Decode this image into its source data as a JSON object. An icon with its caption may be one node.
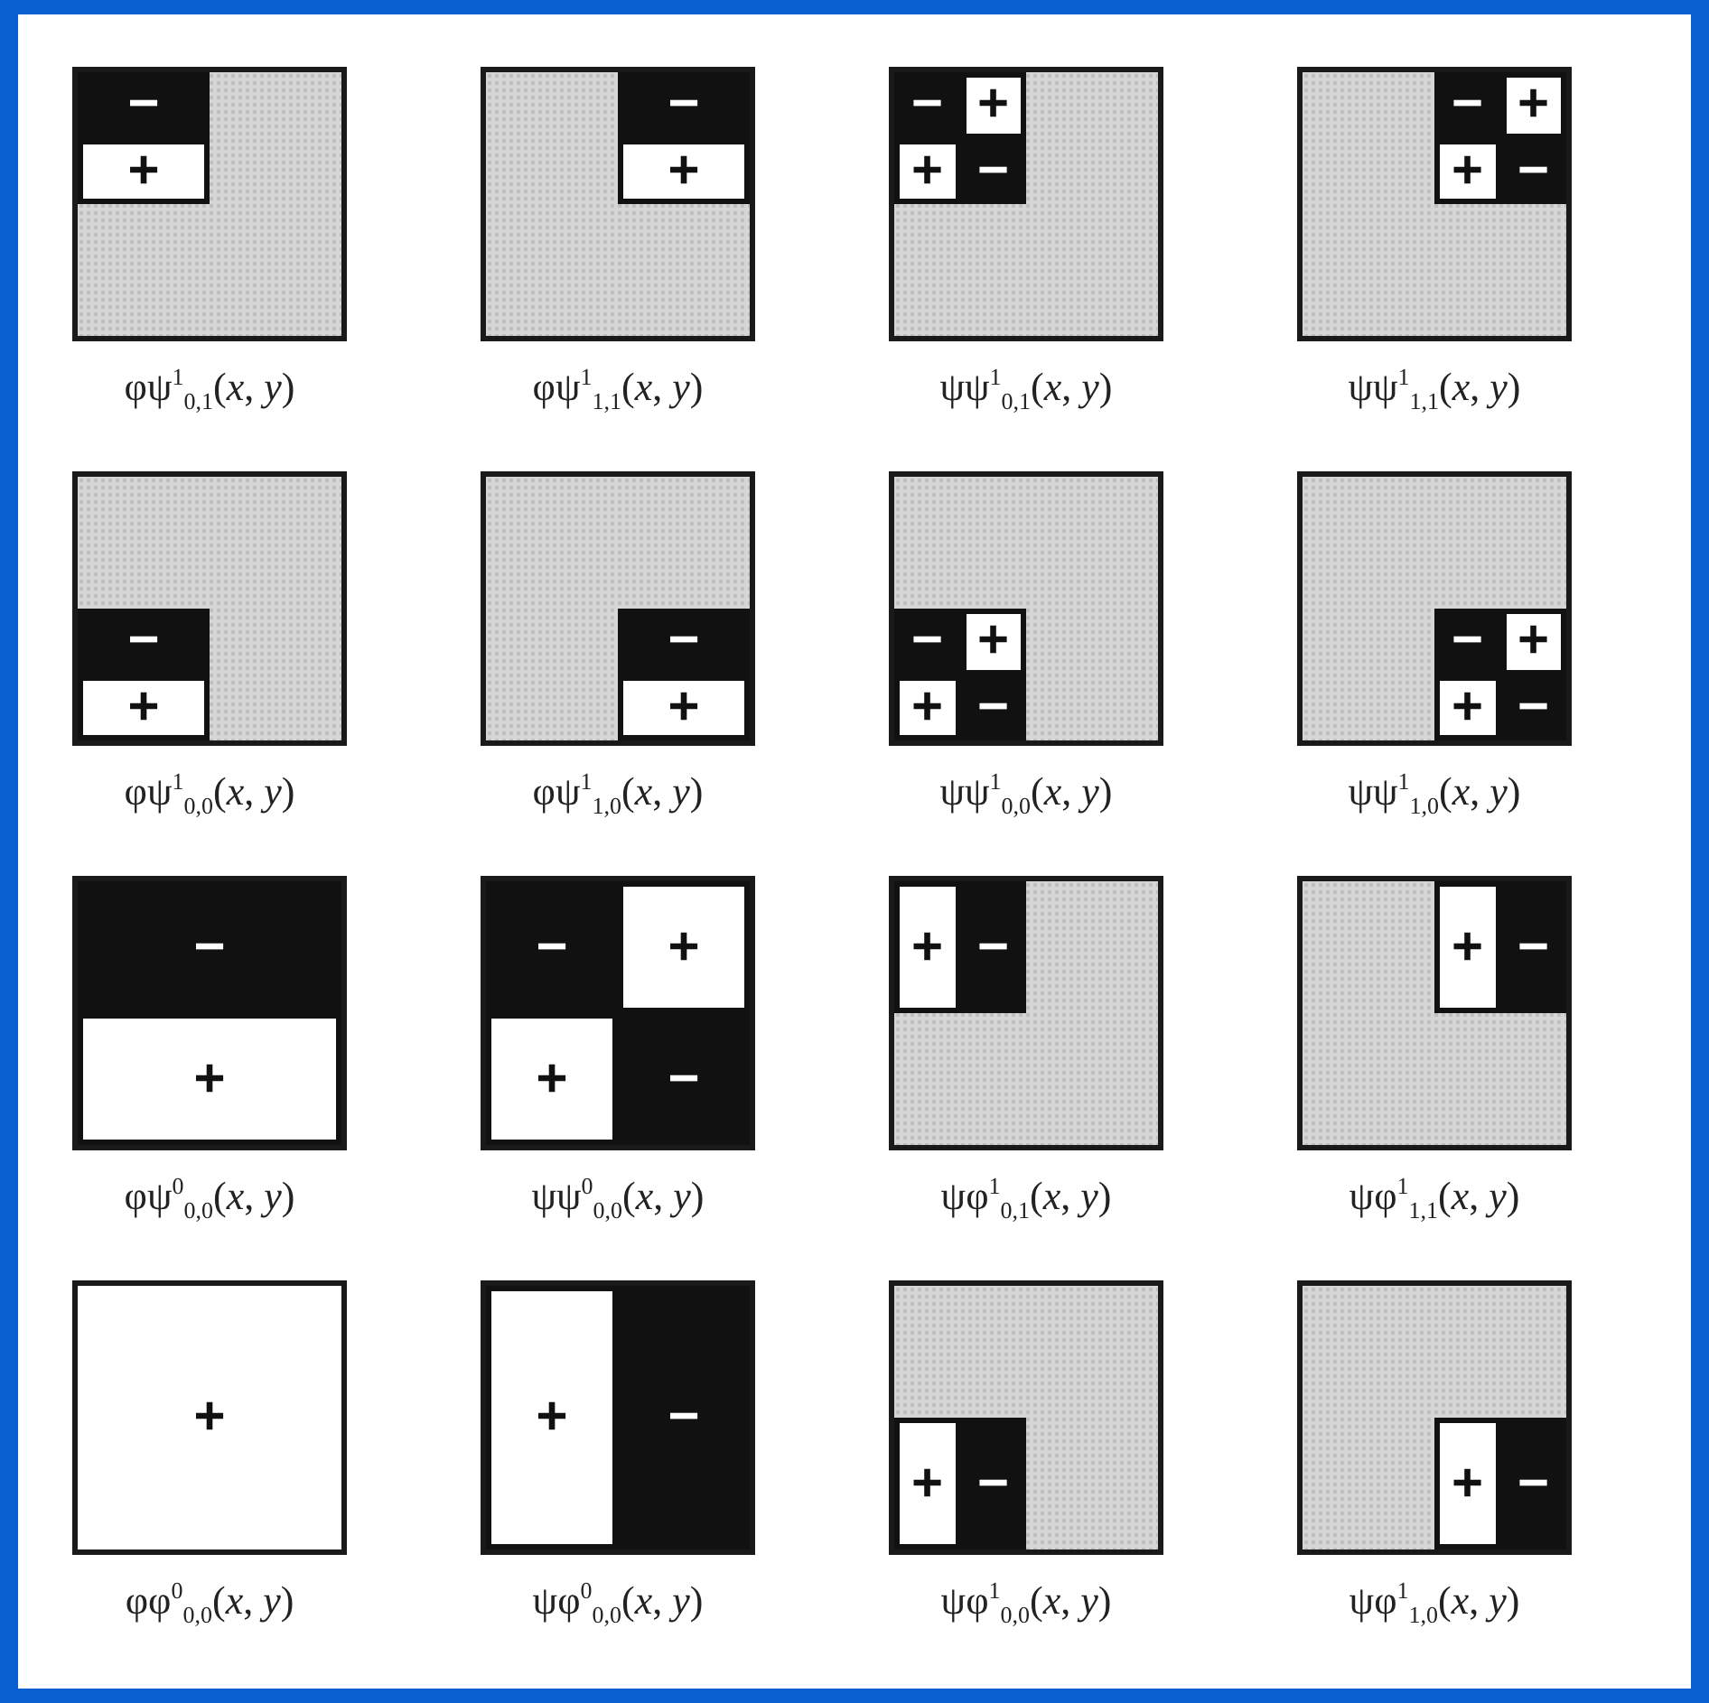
{
  "diagram": {
    "nodes": [
      {
        "text": [],
        "shape": "box",
        "beside": [
          "φψ$^{1}$$_{0,1}$(*x*, *y*)"
        ]
      },
      {
        "text": [
          "−"
        ],
        "in": 0
      },
      {
        "text": [
          "+"
        ],
        "in": 0
      },
      {
        "text": [],
        "shape": "box",
        "beside": [
          "φψ$^{1}$$_{1,1}$(*x*, *y*)"
        ]
      },
      {
        "text": [
          "−"
        ],
        "in": 3
      },
      {
        "text": [
          "+"
        ],
        "in": 3
      },
      {
        "text": [],
        "shape": "box",
        "beside": [
          "ψψ$^{1}$$_{0,1}$(*x*, *y*)"
        ]
      },
      {
        "text": [
          "−"
        ],
        "in": 6
      },
      {
        "text": [
          "+"
        ],
        "in": 6
      },
      {
        "text": [
          "+"
        ],
        "in": 6
      },
      {
        "text": [
          "−"
        ],
        "in": 6
      },
      {
        "text": [],
        "shape": "box",
        "beside": [
          "ψψ$^{1}$$_{1,1}$(*x*, *y*)"
        ]
      },
      {
        "text": [
          "−"
        ],
        "in": 11
      },
      {
        "text": [
          "+"
        ],
        "in": 11
      },
      {
        "text": [
          "+"
        ],
        "in": 11
      },
      {
        "text": [
          "−"
        ],
        "in": 11
      },
      {
        "text": [],
        "shape": "box",
        "beside": [
          "φψ$^{1}$$_{0,0}$(*x*, *y*)"
        ]
      },
      {
        "text": [
          "−"
        ],
        "in": 16
      },
      {
        "text": [
          "+"
        ],
        "in": 16
      },
      {
        "text": [],
        "shape": "box",
        "beside": [
          "φψ$^{1}$$_{1,0}$(*x*, *y*)"
        ]
      },
      {
        "text": [
          "−"
        ],
        "in": 19
      },
      {
        "text": [
          "+"
        ],
        "in": 19
      },
      {
        "text": [],
        "shape": "box",
        "beside": [
          "ψψ$^{1}$$_{0,0}$(*x*, *y*)"
        ]
      },
      {
        "text": [
          "−"
        ],
        "in": 22
      },
      {
        "text": [
          "+"
        ],
        "in": 22
      },
      {
        "text": [
          "+"
        ],
        "in": 22
      },
      {
        "text": [
          "−"
        ],
        "in": 22
      },
      {
        "text": [],
        "shape": "box",
        "beside": [
          "ψψ$^{1}$$_{1,0}$(*x*, *y*)"
        ]
      },
      {
        "text": [
          "−"
        ],
        "in": 27
      },
      {
        "text": [
          "+"
        ],
        "in": 27
      },
      {
        "text": [
          "+"
        ],
        "in": 27
      },
      {
        "text": [
          "−"
        ],
        "in": 27
      },
      {
        "text": [],
        "shape": "box",
        "beside": [
          "φψ$^{0}$$_{0,0}$(*x*, *y*)"
        ]
      },
      {
        "text": [
          "−"
        ],
        "in": 32
      },
      {
        "text": [
          "+"
        ],
        "in": 32
      },
      {
        "text": [],
        "shape": "box",
        "beside": [
          "ψψ$^{0}$$_{0,0}$(*x*, *y*)"
        ]
      },
      {
        "text": [
          "−"
        ],
        "in": 35
      },
      {
        "text": [
          "+"
        ],
        "in": 35
      },
      {
        "text": [
          "+"
        ],
        "in": 35
      },
      {
        "text": [
          "−"
        ],
        "in": 35
      },
      {
        "text": [],
        "shape": "box",
        "beside": [
          "ψφ$^{1}$$_{0,1}$(*x*, *y*)"
        ]
      },
      {
        "text": [
          "+"
        ],
        "in": 40
      },
      {
        "text": [
          "−"
        ],
        "in": 40
      },
      {
        "text": [],
        "shape": "box",
        "beside": [
          "ψφ$^{1}$$_{1,1}$(*x*, *y*)"
        ]
      },
      {
        "text": [
          "+"
        ],
        "in": 43
      },
      {
        "text": [
          "−"
        ],
        "in": 43
      },
      {
        "text": [
          "+"
        ],
        "beside": [
          "φφ$^{0}$$_{0,0}$(*x*, *y*)"
        ]
      },
      {
        "text": [],
        "shape": "box",
        "beside": [
          "ψφ$^{0}$$_{0,0}$(*x*, *y*)"
        ]
      },
      {
        "text": [
          "+"
        ],
        "in": 47
      },
      {
        "text": [
          "−"
        ],
        "in": 47
      },
      {
        "text": [],
        "shape": "box",
        "beside": [
          "ψφ$^{1}$$_{0,0}$(*x*, *y*)"
        ]
      },
      {
        "text": [
          "+"
        ],
        "in": 50
      },
      {
        "text": [
          "−"
        ],
        "in": 50
      },
      {
        "text": [],
        "shape": "box",
        "beside": [
          "ψφ$^{1}$$_{1,0}$(*x*, *y*)"
        ]
      },
      {
        "text": [
          "+"
        ],
        "in": 53
      },
      {
        "text": [
          "−"
        ],
        "in": 53
      }
    ]
  }
}
